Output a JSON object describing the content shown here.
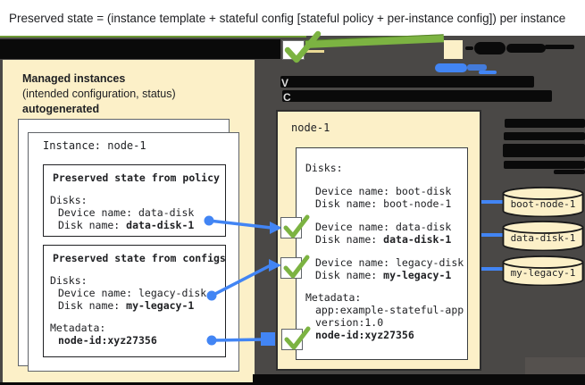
{
  "banner": {
    "title": "Preserved state = (instance template + stateful config [stateful policy + per-instance config]) per instance"
  },
  "redacted_fragments": {
    "line_a": "V",
    "line_b": "C"
  },
  "left_panel": {
    "header": {
      "line1": "Managed instances",
      "line2": "(intended configuration, status)",
      "line3": "autogenerated"
    },
    "instance_title": "Instance: node-1",
    "policy_box": {
      "title": "Preserved state from policy",
      "disks_label": "Disks:",
      "device_line": "Device name: data-disk",
      "disk_prefix": "Disk name: ",
      "disk_name": "data-disk-1"
    },
    "configs_box": {
      "title": "Preserved state from configs",
      "disks_label": "Disks:",
      "device_line": "Device name: legacy-disk",
      "disk_prefix": "Disk name: ",
      "disk_name": "my-legacy-1",
      "metadata_label": "Metadata:",
      "metadata_value": "node-id:xyz27356"
    }
  },
  "right_panel": {
    "title": "node-1",
    "disks_label": "Disks:",
    "boot": {
      "device": "Device name: boot-disk",
      "disk_prefix": "Disk name: ",
      "disk_name": "boot-node-1"
    },
    "data": {
      "device": "Device name: data-disk",
      "disk_prefix": "Disk name: ",
      "disk_name": "data-disk-1"
    },
    "legacy": {
      "device": "Device name: legacy-disk",
      "disk_prefix": "Disk name: ",
      "disk_name": "my-legacy-1"
    },
    "metadata": {
      "label": "Metadata:",
      "app": "app:example-stateful-app",
      "version": "version:1.0",
      "node_id": "node-id:xyz27356"
    }
  },
  "disks": [
    {
      "label": "boot-node-1"
    },
    {
      "label": "data-disk-1"
    },
    {
      "label": "my-legacy-1"
    }
  ],
  "icons": {
    "check": "✓",
    "disk": "cylinder"
  },
  "colors": {
    "beige": "#fcf0c8",
    "green": "#7cb342",
    "blue": "#4285f4",
    "background": "#4a4846",
    "redaction": "#0a0a0a"
  }
}
